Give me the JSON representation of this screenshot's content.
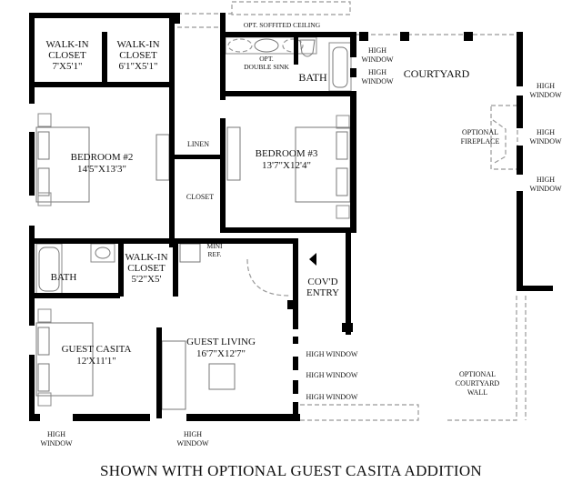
{
  "plan": {
    "rooms": {
      "walkin1": {
        "name": "WALK-IN",
        "name2": "CLOSET",
        "size": "7'X5'1\""
      },
      "walkin2": {
        "name": "WALK-IN",
        "name2": "CLOSET",
        "size": "6'1\"X5'1\""
      },
      "soffit": "OPT. SOFFITED CEILING",
      "sink": {
        "line1": "OPT.",
        "line2": "DOUBLE SINK"
      },
      "bath1": "BATH",
      "bedroom2": {
        "name": "BEDROOM #2",
        "size": "14'5\"X13'3\""
      },
      "linen": "LINEN",
      "closet": "CLOSET",
      "bedroom3": {
        "name": "BEDROOM #3",
        "size": "13'7\"X12'4\""
      },
      "courtyard": "COURTYARD",
      "fireplace": {
        "line1": "OPTIONAL",
        "line2": "FIREPLACE"
      },
      "bath2": "BATH",
      "walkin3": {
        "name": "WALK-IN",
        "name2": "CLOSET",
        "size": "5'2\"X5'"
      },
      "miniref": {
        "line1": "MINI",
        "line2": "REF."
      },
      "entry": {
        "line1": "COV'D",
        "line2": "ENTRY"
      },
      "guestCasita": {
        "name": "GUEST CASITA",
        "size": "12'X11'1\""
      },
      "guestLiving": {
        "name": "GUEST LIVING",
        "size": "16'7\"X12'7\""
      },
      "courtyardWall": {
        "line1": "OPTIONAL",
        "line2": "COURTYARD",
        "line3": "WALL"
      }
    },
    "windows": {
      "line1": "HIGH",
      "line2": "WINDOW",
      "single": "HIGH WINDOW"
    }
  },
  "caption": "SHOWN WITH OPTIONAL GUEST CASITA ADDITION"
}
